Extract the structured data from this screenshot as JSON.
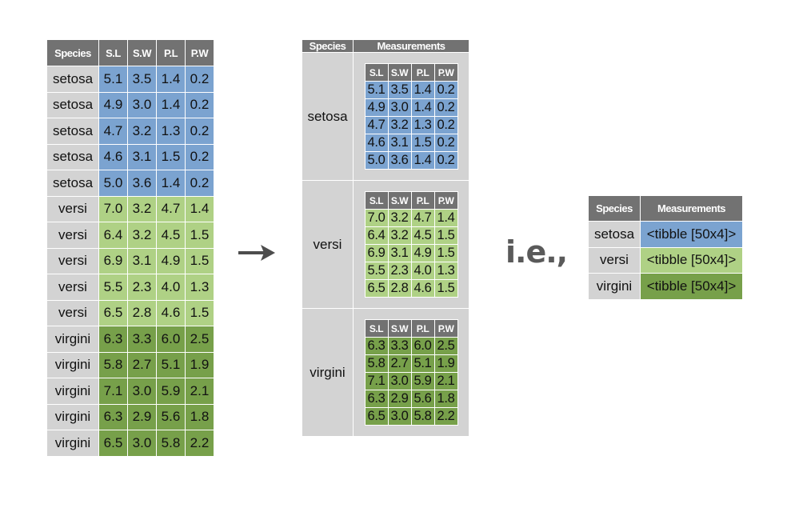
{
  "columns": [
    "Species",
    "S.L",
    "S.W",
    "P.L",
    "P.W"
  ],
  "colors": {
    "header": "#727272",
    "species_cell": "#d3d3d3",
    "setosa": "#7ba3d0",
    "versi": "#afd185",
    "virgini": "#77a04a",
    "ie_text": "#5a5a5a"
  },
  "left_table": {
    "rows": [
      {
        "species": "setosa",
        "values": [
          "5.1",
          "3.5",
          "1.4",
          "0.2"
        ]
      },
      {
        "species": "setosa",
        "values": [
          "4.9",
          "3.0",
          "1.4",
          "0.2"
        ]
      },
      {
        "species": "setosa",
        "values": [
          "4.7",
          "3.2",
          "1.3",
          "0.2"
        ]
      },
      {
        "species": "setosa",
        "values": [
          "4.6",
          "3.1",
          "1.5",
          "0.2"
        ]
      },
      {
        "species": "setosa",
        "values": [
          "5.0",
          "3.6",
          "1.4",
          "0.2"
        ]
      },
      {
        "species": "versi",
        "values": [
          "7.0",
          "3.2",
          "4.7",
          "1.4"
        ]
      },
      {
        "species": "versi",
        "values": [
          "6.4",
          "3.2",
          "4.5",
          "1.5"
        ]
      },
      {
        "species": "versi",
        "values": [
          "6.9",
          "3.1",
          "4.9",
          "1.5"
        ]
      },
      {
        "species": "versi",
        "values": [
          "5.5",
          "2.3",
          "4.0",
          "1.3"
        ]
      },
      {
        "species": "versi",
        "values": [
          "6.5",
          "2.8",
          "4.6",
          "1.5"
        ]
      },
      {
        "species": "virgini",
        "values": [
          "6.3",
          "3.3",
          "6.0",
          "2.5"
        ]
      },
      {
        "species": "virgini",
        "values": [
          "5.8",
          "2.7",
          "5.1",
          "1.9"
        ]
      },
      {
        "species": "virgini",
        "values": [
          "7.1",
          "3.0",
          "5.9",
          "2.1"
        ]
      },
      {
        "species": "virgini",
        "values": [
          "6.3",
          "2.9",
          "5.6",
          "1.8"
        ]
      },
      {
        "species": "virgini",
        "values": [
          "6.5",
          "3.0",
          "5.8",
          "2.2"
        ]
      }
    ]
  },
  "arrow": {
    "icon": "right-arrow-icon"
  },
  "nested_table": {
    "headers": [
      "Species",
      "Measurements"
    ],
    "inner_columns": [
      "S.L",
      "S.W",
      "P.L",
      "P.W"
    ],
    "groups": [
      {
        "species": "setosa",
        "rows": [
          [
            "5.1",
            "3.5",
            "1.4",
            "0.2"
          ],
          [
            "4.9",
            "3.0",
            "1.4",
            "0.2"
          ],
          [
            "4.7",
            "3.2",
            "1.3",
            "0.2"
          ],
          [
            "4.6",
            "3.1",
            "1.5",
            "0.2"
          ],
          [
            "5.0",
            "3.6",
            "1.4",
            "0.2"
          ]
        ]
      },
      {
        "species": "versi",
        "rows": [
          [
            "7.0",
            "3.2",
            "4.7",
            "1.4"
          ],
          [
            "6.4",
            "3.2",
            "4.5",
            "1.5"
          ],
          [
            "6.9",
            "3.1",
            "4.9",
            "1.5"
          ],
          [
            "5.5",
            "2.3",
            "4.0",
            "1.3"
          ],
          [
            "6.5",
            "2.8",
            "4.6",
            "1.5"
          ]
        ]
      },
      {
        "species": "virgini",
        "rows": [
          [
            "6.3",
            "3.3",
            "6.0",
            "2.5"
          ],
          [
            "5.8",
            "2.7",
            "5.1",
            "1.9"
          ],
          [
            "7.1",
            "3.0",
            "5.9",
            "2.1"
          ],
          [
            "6.3",
            "2.9",
            "5.6",
            "1.8"
          ],
          [
            "6.5",
            "3.0",
            "5.8",
            "2.2"
          ]
        ]
      }
    ]
  },
  "ie_label": "i.e.,",
  "summary_table": {
    "headers": [
      "Species",
      "Measurements"
    ],
    "rows": [
      {
        "species": "setosa",
        "measurements": "<tibble [50x4]>"
      },
      {
        "species": "versi",
        "measurements": "<tibble [50x4]>"
      },
      {
        "species": "virgini",
        "measurements": "<tibble [50x4]>"
      }
    ]
  }
}
